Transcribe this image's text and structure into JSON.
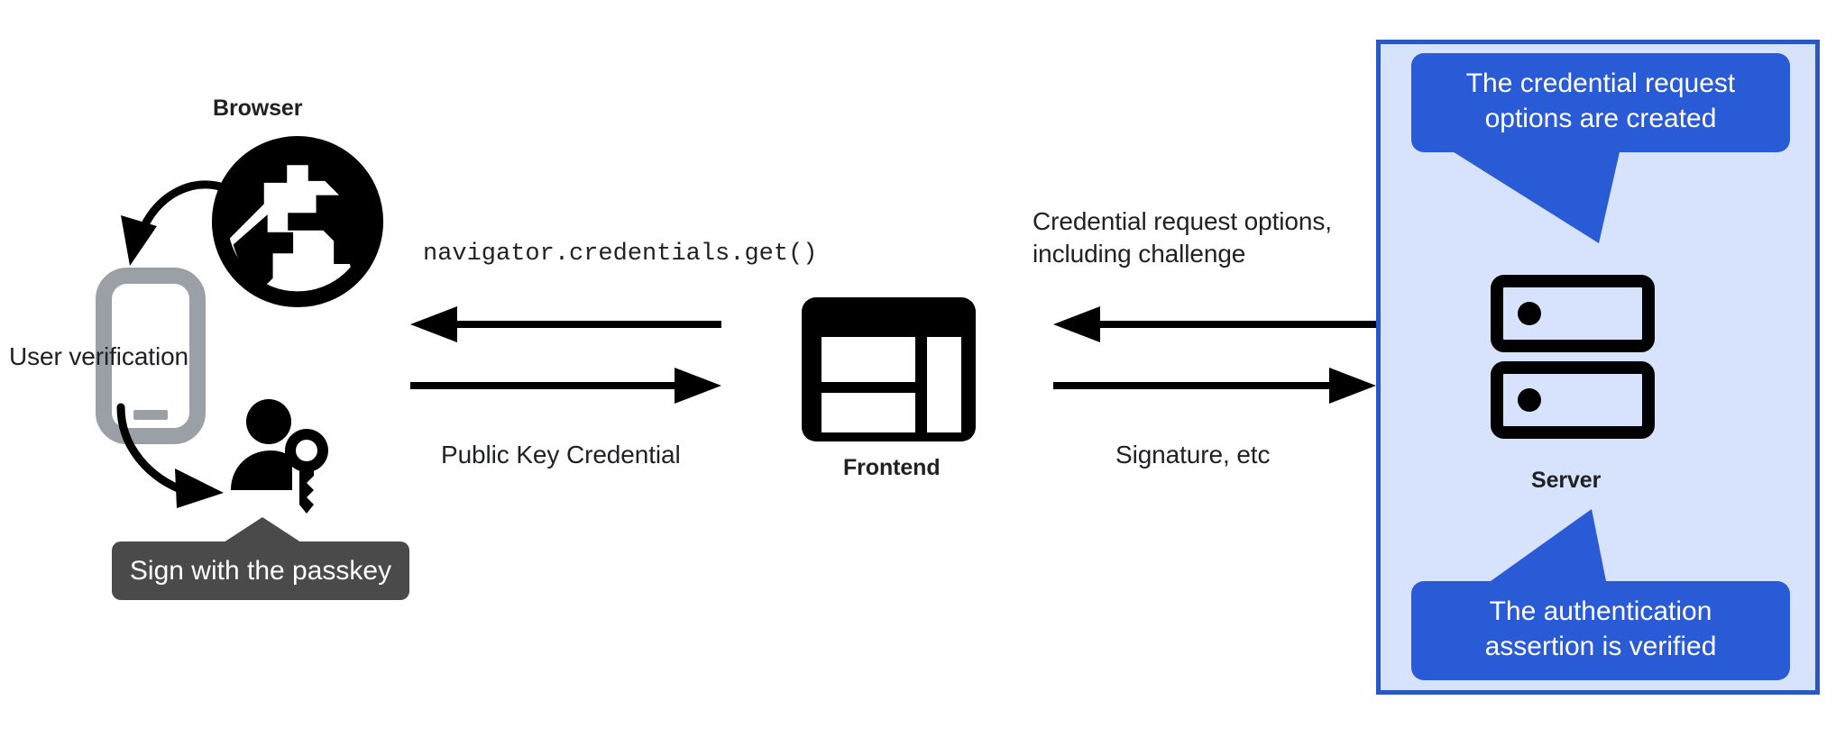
{
  "diagram": {
    "title": "WebAuthn authentication (passkey sign-in) flow",
    "colors": {
      "panel_fill": "#d7e3fc",
      "panel_border": "#2b57c4",
      "callout_blue": "#2a5bd7",
      "tooltip_gray": "#4a4a4a",
      "phone_gray": "#9aa0a6",
      "ink": "#000000",
      "text": "#202124"
    }
  },
  "client": {
    "browser_label": "Browser",
    "user_verification_label": "User verification",
    "passkey_tooltip": "Sign with the passkey",
    "icons": {
      "browser": "globe-icon",
      "phone": "mobile-phone-icon",
      "person_key": "person-with-key-icon",
      "arrow_to_phone": "curved-arrow-down-icon",
      "arrow_to_person": "curved-arrow-down-right-icon"
    }
  },
  "frontend": {
    "label": "Frontend",
    "icon": "webpage-layout-icon"
  },
  "server": {
    "label": "Server",
    "icon": "server-rack-icon",
    "callouts": [
      {
        "text": "The credential request\noptions are created",
        "position": "top"
      },
      {
        "text": "The authentication\nassertion is verified",
        "position": "bottom"
      }
    ]
  },
  "messages": {
    "browser_to_frontend": [
      {
        "id": "nav-get",
        "text": "navigator.credentials.get()",
        "style": "mono",
        "direction": "left"
      },
      {
        "id": "public-key-credential",
        "text": "Public Key Credential",
        "style": "sans",
        "direction": "right"
      }
    ],
    "frontend_to_server": [
      {
        "id": "credential-request-options",
        "text": "Credential request options,\nincluding challenge",
        "style": "sans",
        "direction": "left"
      },
      {
        "id": "signature",
        "text": "Signature, etc",
        "style": "sans",
        "direction": "right"
      }
    ]
  },
  "arrows": [
    {
      "name": "arrow-frontend-to-browser",
      "direction": "left"
    },
    {
      "name": "arrow-browser-to-frontend",
      "direction": "right"
    },
    {
      "name": "arrow-server-to-frontend",
      "direction": "left"
    },
    {
      "name": "arrow-frontend-to-server",
      "direction": "right"
    }
  ]
}
